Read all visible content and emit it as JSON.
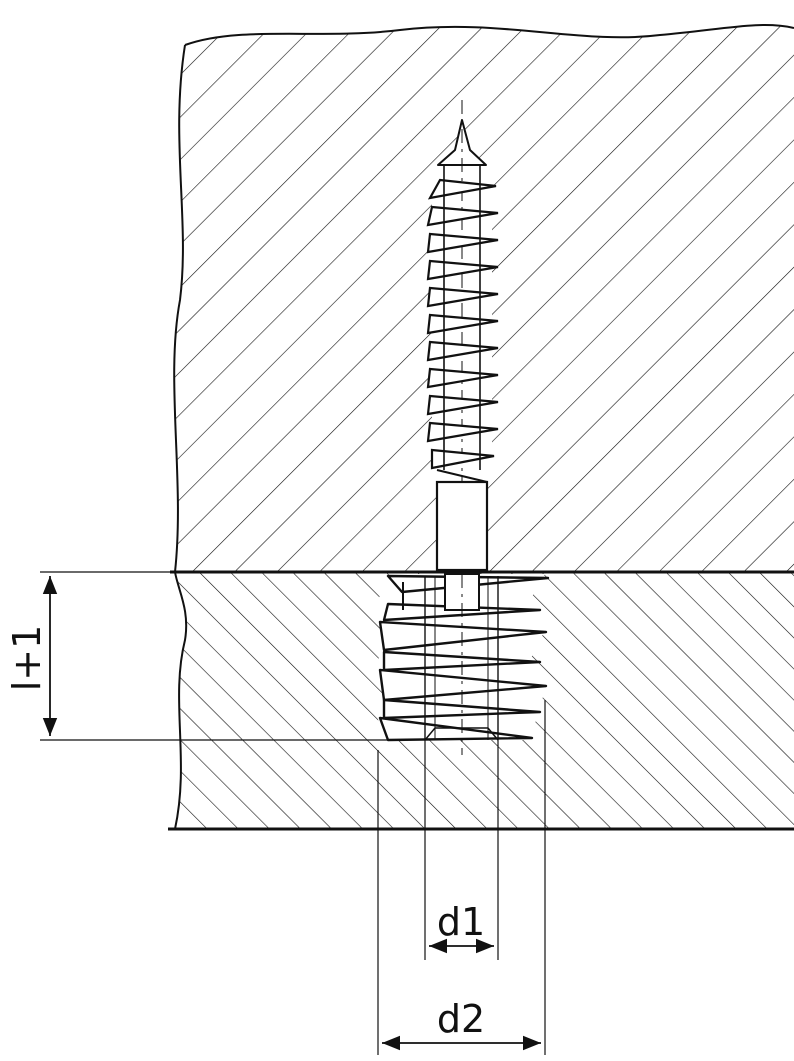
{
  "drawing": {
    "labels": {
      "depth": "l+1",
      "inner_diameter": "d1",
      "outer_diameter": "d2"
    },
    "colors": {
      "line": "#111111",
      "background": "#ffffff"
    }
  }
}
